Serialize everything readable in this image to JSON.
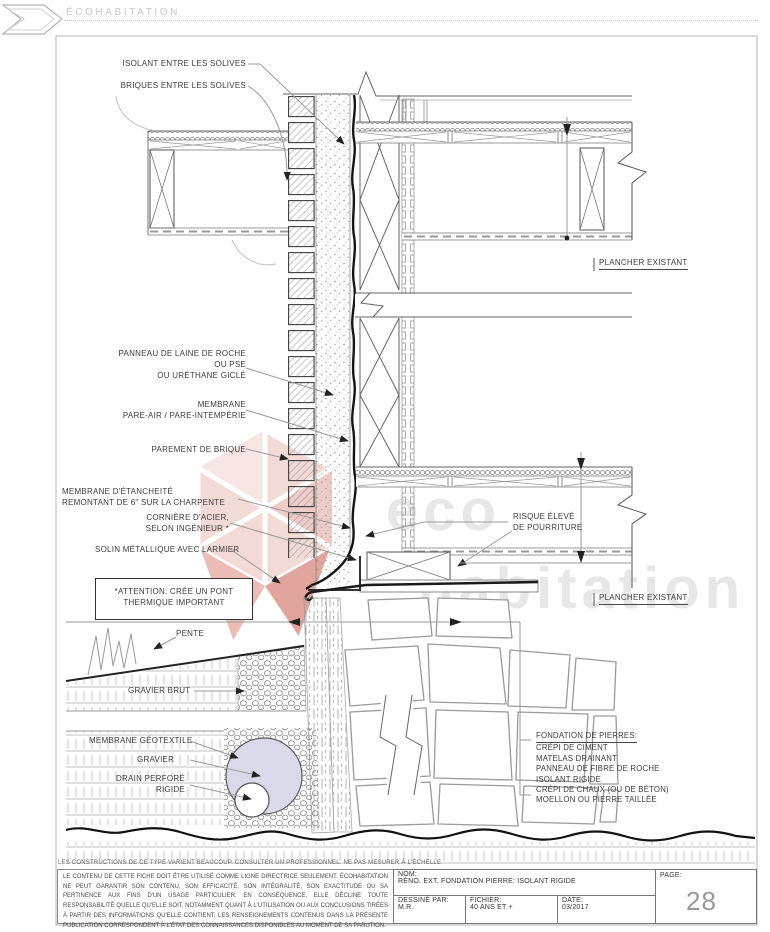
{
  "header": {
    "brand": "ÉCOHABITATION"
  },
  "watermark": {
    "line1": "eco",
    "line2": "habitation"
  },
  "drawing": {
    "labels": {
      "isolant": "ISOLANT ENTRE LES SOLIVES",
      "briques": "BRIQUES ENTRE LES SOLIVES",
      "panneau_l1": "PANNEAU DE LAINE DE ROCHE",
      "panneau_l2": "OU PSE",
      "panneau_l3": "OU URÉTHANE GICLÉ",
      "membrane_l1": "MEMBRANE",
      "membrane_l2": "PARE-AIR / PARE-INTEMPÉRIE",
      "parement": "PAREMENT DE BRIQUE",
      "etancheite_l1": "MEMBRANE D'ÉTANCHEITÉ",
      "etancheite_l2": "REMONTANT DE 6\" SUR LA CHARPENTE",
      "corniere_l1": "CORNIÈRE D'ACIER,",
      "corniere_l2": "SELON INGÉNIEUR *",
      "solin": "SOLIN MÉTALLIQUE AVEC LARMIER",
      "attention_l1": "*ATTENTION: CRÉE UN PONT",
      "attention_l2": "THERMIQUE IMPORTANT",
      "pente": "PENTE",
      "gravier_brut": "GRAVIER BRUT",
      "geotextile": "MEMBRANE GÉOTEXTILE",
      "gravier": "GRAVIER",
      "drain_l1": "DRAIN PERFORÉ",
      "drain_l2": "RIGIDE",
      "plancher_1": "PLANCHER EXISTANT",
      "plancher_2": "PLANCHER EXISTANT",
      "risque_l1": "RISQUE ÉLEVÉ",
      "risque_l2": "DE POURRITURE"
    },
    "fondation": {
      "title": "FONDATION DE PIERRES:",
      "items": [
        "CRÉPI DE CIMENT",
        "MATELAS DRAINANT",
        "PANNEAU DE FIBRE DE ROCHE",
        "ISOLANT RIGIDE",
        "CRÉPI DE CHAUX (OU DE BÉTON)",
        "MOELLON OU PIERRE TAILLÉE"
      ]
    }
  },
  "footer": {
    "notice": "LES CONSTRUCTIONS DE CE TYPE VARIENT BEAUCOUP. CONSULTER UN PROFESSIONNEL. NE PAS MESURER À L'ÉCHELLE",
    "disclaimer": "LE CONTENU DE CETTE FICHE DOIT ÊTRE UTILISÉ COMME LIGNE DIRECTRICE SEULEMENT. ÉCOHABITATION NE PEUT GARANTIR SON CONTENU, SON EFFICACITÉ, SON INTÉGRALITÉ, SON EXACTITUDE OU SA PERTINENCE AUX FINS D'UN USAGE PARTICULIER. EN CONSÉQUENCE, ELLE DÉCLINE TOUTE RESPONSABILITÉ QUELLE QU'ELLE SOIT, NOTAMMENT QUANT À L'UTILISATION OU AUX CONCLUSIONS TIRÉES À PARTIR DES INFORMATIONS QU'ELLE CONTIENT. LES RENSEIGNEMENTS CONTENUS DANS LA PRÉSENTE PUBLICATION CORRESPONDENT À L'ÉTAT DES CONNAISSANCES DISPONIBLES AU MOMENT DE SA PARUTION."
  },
  "titleblock": {
    "nom_label": "NOM:",
    "nom_value": "RÉNO. EXT. FONDATION PIERRE: ISOLANT RIGIDE",
    "dessine_label": "DESSINÉ PAR:",
    "dessine_value": "M.R.",
    "fichier_label": "FICHIER:",
    "fichier_value": "40 ANS ET +",
    "date_label": "DATE:",
    "date_value": "03/2017",
    "page_label": "PAGE:",
    "page_value": "28"
  },
  "colors": {
    "accent_red": "#e08a80",
    "drain_fill": "#d9d9ea",
    "line_dark": "#333333",
    "line_gray": "#999999",
    "watermark_gray": "#e7e7e7"
  }
}
